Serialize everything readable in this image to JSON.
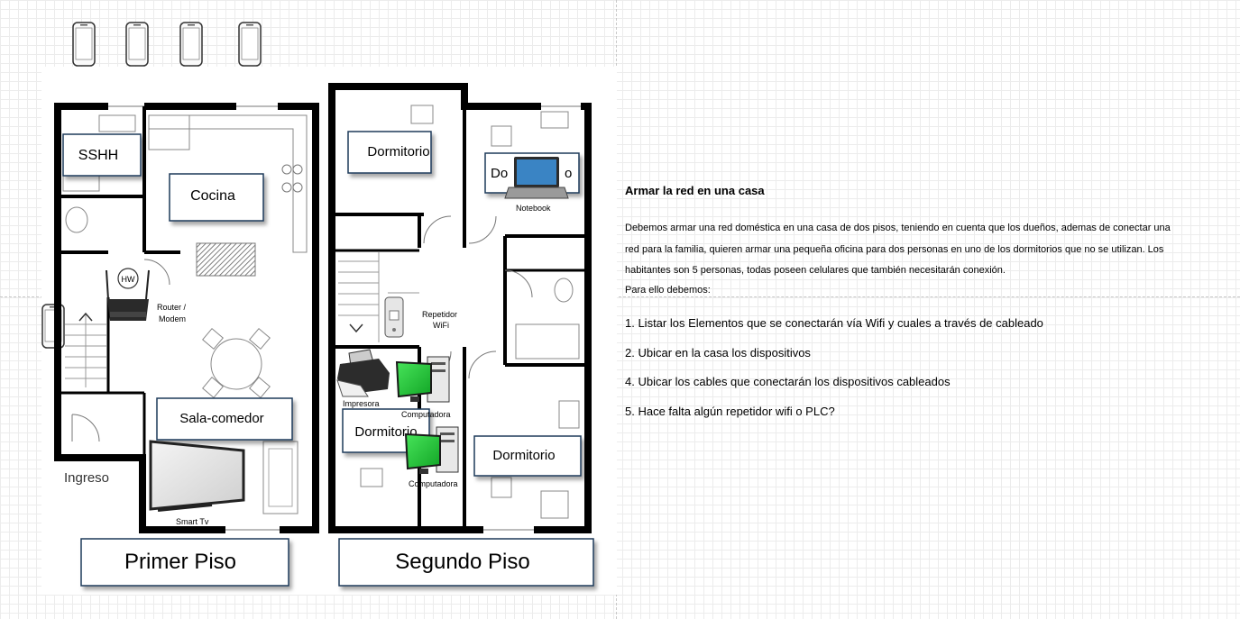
{
  "floorplan": {
    "first_floor": {
      "title": "Primer Piso",
      "rooms": {
        "bathroom": "SSHH",
        "kitchen": "Cocina",
        "living_dining": "Sala-comedor",
        "entrance": "Ingreso"
      }
    },
    "second_floor": {
      "title": "Segundo Piso",
      "rooms": {
        "bedroom_top_left": "Dormitorio",
        "bedroom_top_right": "Do",
        "bedroom_top_right_end": "o",
        "bedroom_bottom_left": "Dormitorio",
        "bedroom_bottom_right": "Dormitorio"
      }
    },
    "devices": {
      "router": {
        "label_line1": "Router /",
        "label_line2": "Modem",
        "tag": "HW",
        "icon": "router-icon"
      },
      "smart_tv": {
        "label": "Smart Tv",
        "icon": "tv-icon"
      },
      "notebook": {
        "label": "Notebook",
        "icon": "laptop-icon"
      },
      "repeater": {
        "label_line1": "Repetidor",
        "label_line2": "WiFi",
        "icon": "wifi-repeater-icon"
      },
      "printer": {
        "label": "Impresora",
        "icon": "printer-icon"
      },
      "computer_1": {
        "label": "Computadora",
        "icon": "desktop-computer-icon"
      },
      "computer_2": {
        "label": "Computadora",
        "icon": "desktop-computer-icon"
      },
      "phones": {
        "count": 5,
        "icon": "smartphone-icon"
      }
    },
    "colors": {
      "wall": "#000000",
      "room_label_fill": "#ffffff",
      "room_label_border": "#1f3a5a",
      "screen_green": "#22c33a",
      "laptop_screen": "#3a84c4"
    }
  },
  "instructions": {
    "title": "Armar la red en una casa",
    "paragraph_lines": [
      "Debemos armar una red doméstica en una casa de dos pisos, teniendo en cuenta que los dueños, ademas de conectar una",
      "red para la familia, quieren armar una pequeña oficina para dos personas en uno de los dormitorios que no se utilizan. Los",
      "habitantes son 5 personas, todas poseen celulares que también necesitarán conexión.",
      "Para ello debemos:"
    ],
    "items": [
      "1. Listar los Elementos que se conectarán vía Wifi y cuales a través de cableado",
      "2. Ubicar en la casa los dispositivos",
      "4. Ubicar los cables que conectarán los dispositivos cableados",
      "5. Hace falta algún repetidor wifi o PLC?"
    ]
  }
}
